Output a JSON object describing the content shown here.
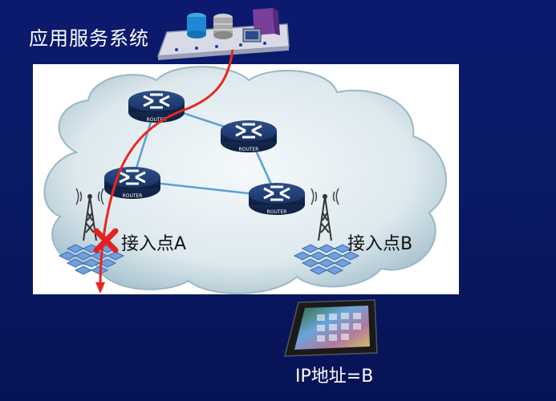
{
  "title": "应用服务系统",
  "access_point_a": "接入点A",
  "access_point_b": "接入点B",
  "device_ip": "IP地址=B",
  "router_label": "ROUTER",
  "colors": {
    "background": "#0a1a66",
    "panel": "#ffffff",
    "path": "#e8281e",
    "link": "#5a9fd4"
  },
  "icons": [
    "server-platform-icon",
    "cloud-icon",
    "router-icon",
    "cell-tower-icon",
    "cross-mark-icon",
    "tablet-icon"
  ]
}
